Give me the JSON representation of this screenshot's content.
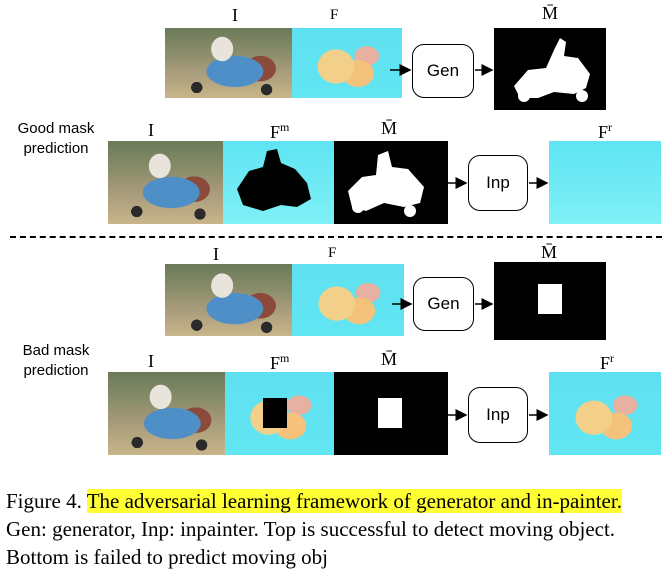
{
  "row_labels": {
    "good": [
      "Good mask",
      "prediction"
    ],
    "bad": [
      "Bad mask",
      "prediction"
    ]
  },
  "symbols": {
    "image": "I",
    "flow": "F",
    "masked_flow_base": "F",
    "masked_flow_sup": "m",
    "mask": "M̄",
    "recon_flow_base": "F",
    "recon_flow_sup": "r"
  },
  "boxes": {
    "generator": "Gen",
    "inpainter": "Inp"
  },
  "caption": {
    "prefix": "Figure 4. ",
    "highlight": "The adversarial learning framework of generator and in-painter.",
    "rest": " Gen: generator, Inp: inpainter. Top is successful to detect moving object. Bottom is failed to predict moving obj"
  }
}
